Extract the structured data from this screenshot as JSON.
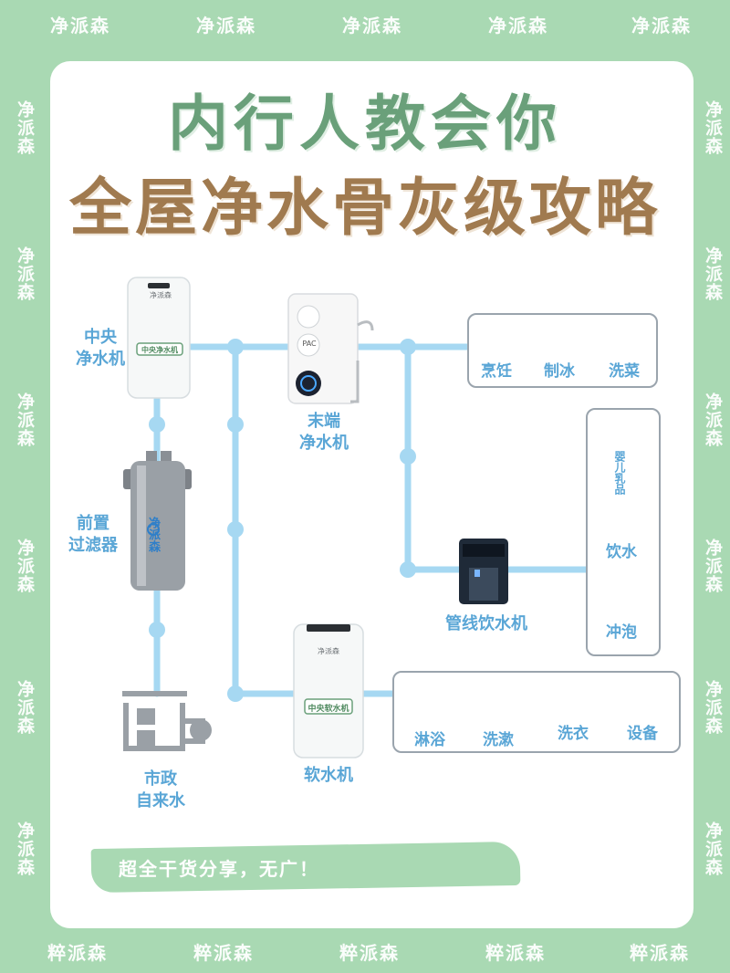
{
  "watermark": "净派森",
  "watermark_flipped": "粹派森",
  "title_line1": "内行人教会你",
  "title_line2": "全屋净水骨灰级攻略",
  "devices": {
    "central_purifier": {
      "label": "中央\n净水机",
      "sticker": "中央净水机",
      "brand": "净派森"
    },
    "pre_filter": {
      "label": "前置\n过滤器",
      "brand": "净派森"
    },
    "tap_water": {
      "label": "市政\n自来水"
    },
    "terminal_purifier": {
      "label": "末端\n净水机",
      "button": "PAC"
    },
    "pipeline_dispenser": {
      "label": "管线饮水机"
    },
    "softener": {
      "label": "软水机",
      "sticker": "中央软水机",
      "brand": "净派森"
    }
  },
  "kitchen_uses": [
    "烹饪",
    "制冰",
    "洗菜"
  ],
  "drink_uses": [
    "婴儿乳品",
    "饮水",
    "冲泡"
  ],
  "soft_uses": [
    "淋浴",
    "洗漱",
    "洗衣",
    "设备"
  ],
  "banner": "超全干货分享，无广！",
  "colors": {
    "background": "#a9d9b3",
    "pipe": "#a6d8f2",
    "label": "#5aa6d6",
    "title_green": "#6aa07a",
    "title_brown": "#a07a4f"
  }
}
